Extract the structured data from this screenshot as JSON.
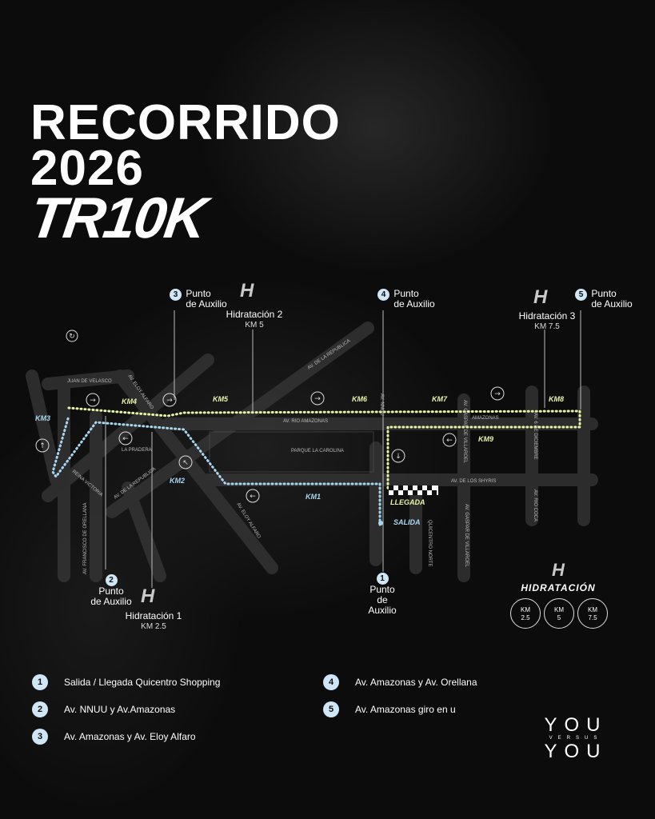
{
  "header": {
    "line1": "RECORRIDO",
    "line2": "2026",
    "brand": "TR10K"
  },
  "map": {
    "streets": [
      "JUAN DE VELASCO",
      "AV. ELOY ALFARO",
      "AV. DE LA REPUBLICA",
      "AV. RIO AMAZONAS",
      "PARQUE LA CAROLINA",
      "LA PRADERA",
      "AV. DE LA REPUBLICA",
      "AV. DE LOS SHYRIS",
      "AV. NNUU",
      "QUICENTRO NORTE",
      "AV. GASPAR DE VILLAROEL",
      "AV. RIO COCA",
      "AV. FRANCISCO DE ORELLANA",
      "REINA VICTORIA",
      "AV. ELOY ALFARO",
      "AMAZONAS",
      "AV. 6 DE DICIEMBRE",
      "AV. GASPAR DE VILLAROEL"
    ],
    "km_markers": [
      "KM1",
      "KM2",
      "KM3",
      "KM4",
      "KM5",
      "KM6",
      "KM7",
      "KM8",
      "KM9"
    ],
    "start_label": "SALIDA",
    "finish_label": "LLEGADA",
    "route_color": "#e6f5a6",
    "return_color": "#a8d8f0"
  },
  "points": [
    {
      "n": "1",
      "label1": "Punto",
      "label2": "de Auxilio"
    },
    {
      "n": "2",
      "label1": "Punto",
      "label2": "de Auxilio"
    },
    {
      "n": "3",
      "label1": "Punto",
      "label2": "de Auxilio"
    },
    {
      "n": "4",
      "label1": "Punto",
      "label2": "de Auxilio"
    },
    {
      "n": "5",
      "label1": "Punto",
      "label2": "de Auxilio"
    }
  ],
  "hydration_points": [
    {
      "title": "Hidratación 1",
      "km": "KM 2.5"
    },
    {
      "title": "Hidratación 2",
      "km": "KM 5"
    },
    {
      "title": "Hidratación   3",
      "km": "KM 7.5"
    }
  ],
  "hydration_key": {
    "title": "HIDRATACIÓN",
    "items": [
      {
        "km": "KM",
        "value": "2.5"
      },
      {
        "km": "KM",
        "value": "5"
      },
      {
        "km": "KM",
        "value": "7.5"
      }
    ]
  },
  "legend": [
    {
      "n": "1",
      "text": "Salida / Llegada Quicentro Shopping"
    },
    {
      "n": "2",
      "text": "Av. NNUU  y  Av.Amazonas"
    },
    {
      "n": "3",
      "text": "Av. Amazonas  y Av. Eloy Alfaro"
    },
    {
      "n": "4",
      "text": "Av. Amazonas  y Av. Orellana"
    },
    {
      "n": "5",
      "text": "Av.  Amazonas giro en u"
    }
  ],
  "footer_logo": {
    "top": "YOU",
    "middle": "VERSUS",
    "bottom": "YOU"
  }
}
